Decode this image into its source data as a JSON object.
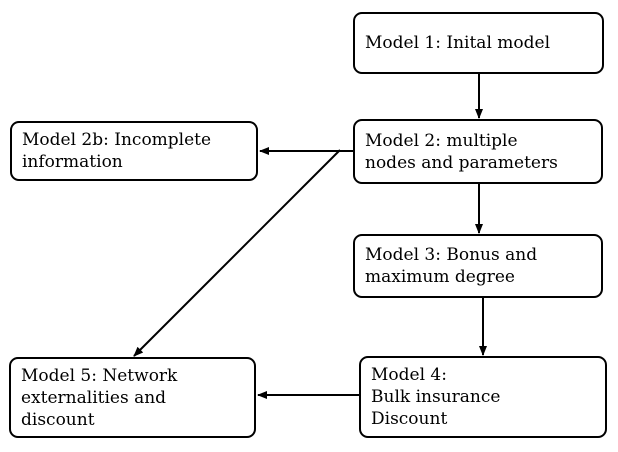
{
  "colors": {
    "stroke": "#000000",
    "background": "#ffffff"
  },
  "nodes": {
    "model_1": {
      "lines": [
        "Model 1: Inital model"
      ]
    },
    "model_2": {
      "lines": [
        "Model 2: multiple",
        "nodes and parameters"
      ]
    },
    "model_2b": {
      "lines": [
        "Model 2b: Incomplete",
        "information"
      ]
    },
    "model_3": {
      "lines": [
        "Model 3: Bonus and",
        "maximum degree"
      ]
    },
    "model_4": {
      "lines": [
        "Model 4:",
        "Bulk insurance",
        "Discount"
      ]
    },
    "model_5": {
      "lines": [
        "Model 5: Network",
        "externalities and",
        "discount"
      ]
    }
  }
}
